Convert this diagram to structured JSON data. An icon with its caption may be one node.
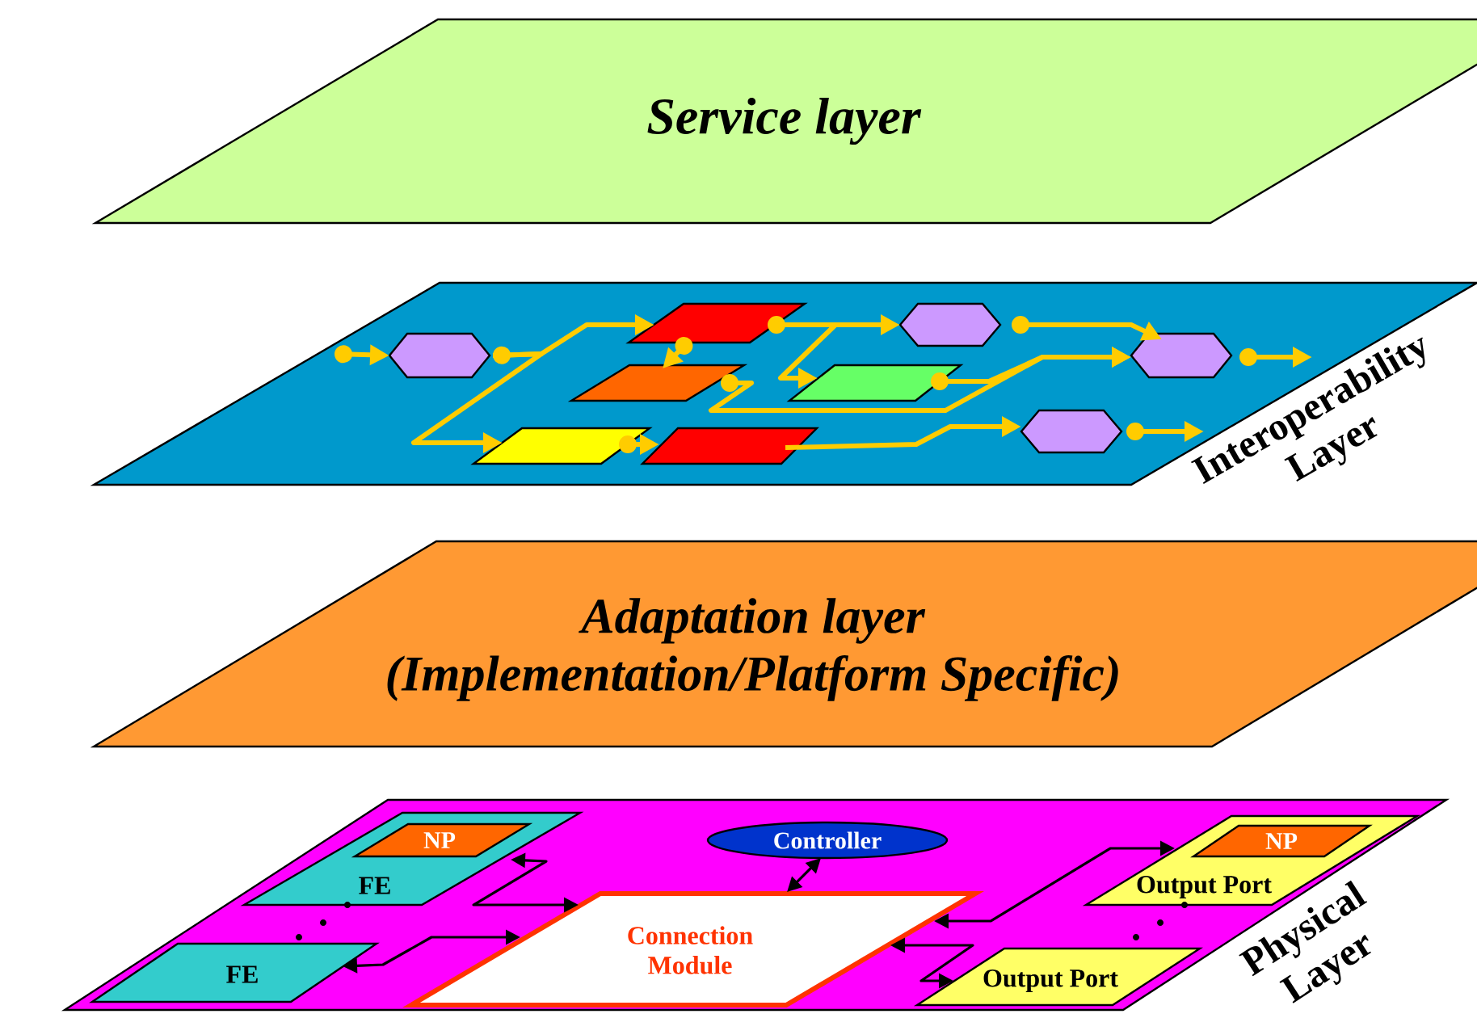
{
  "diagram": {
    "nodes": [
      {
        "text": [
          "Service layer"
        ]
      },
      {
        "text": [
          "Interoperability Layer"
        ]
      },
      {
        "text": [],
        "shape": "hexagon",
        "in": 1
      },
      {
        "text": [],
        "shape": "parallelogram",
        "in": 1
      },
      {
        "text": [],
        "shape": "hexagon",
        "in": 1
      },
      {
        "text": [],
        "shape": "parallelogram",
        "in": 1
      },
      {
        "text": [],
        "shape": "parallelogram",
        "in": 1
      },
      {
        "text": [],
        "shape": "hexagon",
        "in": 1
      },
      {
        "text": [],
        "shape": "parallelogram",
        "in": 1
      },
      {
        "text": [],
        "shape": "parallelogram",
        "in": 1
      },
      {
        "text": [],
        "shape": "hexagon",
        "in": 1
      },
      {
        "text": [
          "Adaptation layer",
          "(Implementation/Platform Specific)"
        ]
      },
      {
        "text": [
          "Physical Layer"
        ]
      },
      {
        "text": [
          "FE"
        ],
        "in": 12
      },
      {
        "text": [
          "NP"
        ],
        "in": 13
      },
      {
        "text": [
          "Controller"
        ],
        "in": 12
      },
      {
        "text": [
          "Output Port"
        ],
        "in": 12
      },
      {
        "text": [
          "NP"
        ],
        "in": 16
      },
      {
        "text": [
          "Connection Module"
        ],
        "in": 12
      },
      {
        "text": [
          "FE"
        ],
        "in": 12
      },
      {
        "text": [
          "Output Port"
        ],
        "in": 12
      }
    ],
    "edges": [
      {
        "from": null,
        "to": 2,
        "arrow": "to"
      },
      {
        "from": 2,
        "to": 3,
        "arrow": "to"
      },
      {
        "from": 2,
        "to": 8,
        "arrow": "to"
      },
      {
        "from": 3,
        "to": 4,
        "arrow": "to"
      },
      {
        "from": 3,
        "to": 5,
        "arrow": "to"
      },
      {
        "from": 3,
        "to": 6,
        "arrow": "to"
      },
      {
        "from": 5,
        "to": 7,
        "arrow": "to"
      },
      {
        "from": 6,
        "to": 7,
        "arrow": "to"
      },
      {
        "from": 4,
        "to": 7,
        "arrow": "to"
      },
      {
        "from": 8,
        "to": 9,
        "arrow": "to"
      },
      {
        "from": 9,
        "to": 10,
        "arrow": "to"
      },
      {
        "from": 7,
        "to": null,
        "arrow": "to"
      },
      {
        "from": 10,
        "to": null,
        "arrow": "to"
      },
      {
        "from": 13,
        "to": 18,
        "arrow": "both",
        "color": "#000000"
      },
      {
        "from": 19,
        "to": 18,
        "arrow": "both",
        "color": "#000000"
      },
      {
        "from": 15,
        "to": 18,
        "arrow": "both",
        "color": "#000000"
      },
      {
        "from": 18,
        "to": 16,
        "arrow": "both",
        "color": "#000000"
      },
      {
        "from": 18,
        "to": 20,
        "arrow": "both",
        "color": "#000000"
      }
    ]
  }
}
